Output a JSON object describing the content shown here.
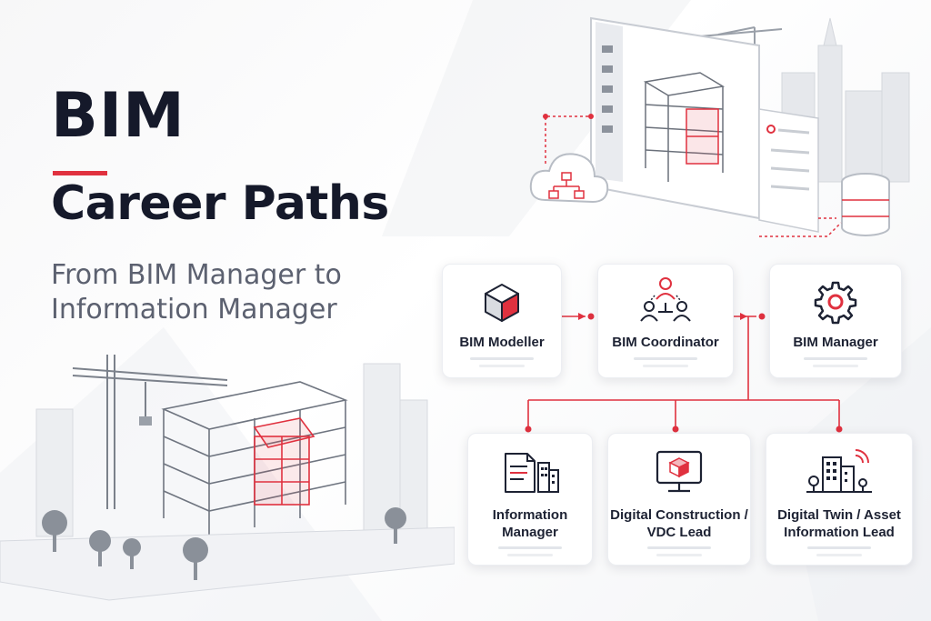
{
  "title": "BIM",
  "title_line2": "Career Paths",
  "subtitle": "From BIM Manager to Information Manager",
  "colors": {
    "accent": "#e0313f",
    "ink": "#15192a",
    "muted": "#5c6170",
    "line": "#e0313f"
  },
  "roles_top": [
    {
      "label": "BIM Modeller",
      "icon": "cube-icon"
    },
    {
      "label": "BIM Coordinator",
      "icon": "team-coordination-icon"
    },
    {
      "label": "BIM Manager",
      "icon": "gear-icon"
    }
  ],
  "roles_bottom": [
    {
      "label": "Information Manager",
      "icon": "document-building-icon"
    },
    {
      "label": "Digital Construction / VDC Lead",
      "icon": "monitor-cube-icon"
    },
    {
      "label": "Digital Twin / Asset Information Lead",
      "icon": "smart-building-icon"
    }
  ]
}
